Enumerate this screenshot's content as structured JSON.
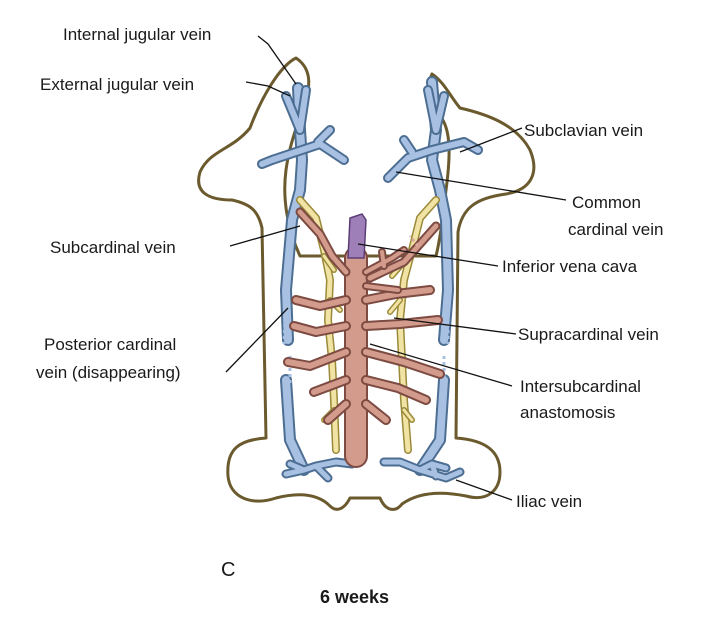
{
  "figure": {
    "panel_letter": "C",
    "caption": "6 weeks",
    "labels": {
      "internal_jugular": "Internal jugular vein",
      "external_jugular": "External jugular vein",
      "subclavian": "Subclavian vein",
      "common_cardinal_1": "Common",
      "common_cardinal_2": "cardinal vein",
      "subcardinal": "Subcardinal vein",
      "ivc": "Inferior vena cava",
      "posterior_cardinal_1": "Posterior cardinal",
      "posterior_cardinal_2": "vein (disappearing)",
      "supracardinal": "Supracardinal vein",
      "intersubcardinal_1": "Intersubcardinal",
      "intersubcardinal_2": "anastomosis",
      "iliac": "Iliac vein"
    },
    "colors": {
      "cardinal_veins": "#a8c1e2",
      "subcardinal_system": "#d39b8c",
      "supracardinal_system": "#f1e3a4",
      "inferior_vena_cava_hepatic": "#9f7fb8",
      "embryo_outline": "#6b5a2e"
    }
  }
}
